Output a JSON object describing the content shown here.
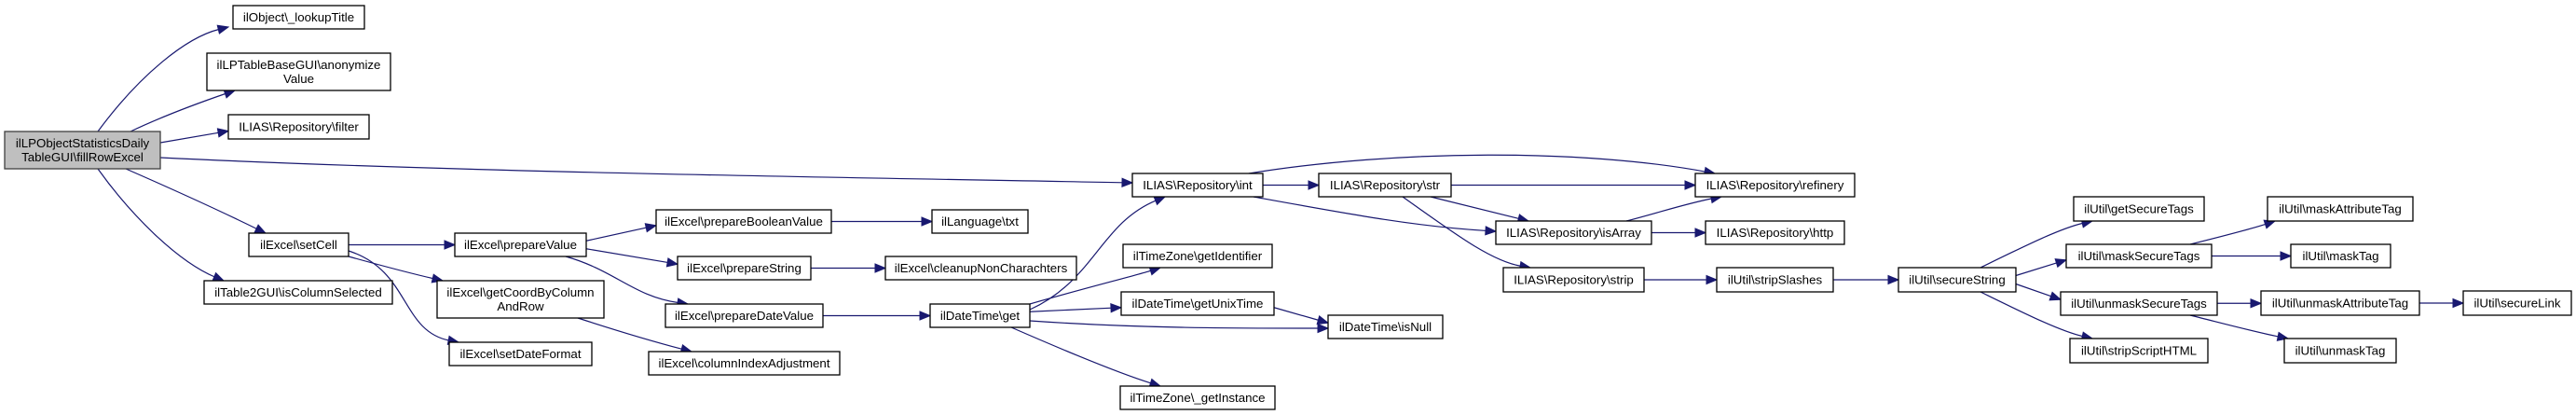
{
  "graph": {
    "title": "Call graph of ilLPObjectStatisticsDailyTableGUI\\fillRowExcel",
    "colors": {
      "edge": "#191970",
      "root_fill": "#bfbfbf",
      "node_fill": "#ffffff",
      "border": "#000000"
    },
    "root": "fillRowExcel",
    "nodes": [
      {
        "id": "fillRowExcel",
        "lines": [
          "ilLPObjectStatisticsDaily",
          "TableGUI\\fillRowExcel"
        ]
      },
      {
        "id": "lookupTitle",
        "lines": [
          "ilObject\\_lookupTitle"
        ]
      },
      {
        "id": "anonymizeValue",
        "lines": [
          "ilLPTableBaseGUI\\anonymize",
          "Value"
        ]
      },
      {
        "id": "filter",
        "lines": [
          "ILIAS\\Repository\\filter"
        ]
      },
      {
        "id": "setCell",
        "lines": [
          "ilExcel\\setCell"
        ]
      },
      {
        "id": "isColumnSelected",
        "lines": [
          "ilTable2GUI\\isColumnSelected"
        ]
      },
      {
        "id": "prepareValue",
        "lines": [
          "ilExcel\\prepareValue"
        ]
      },
      {
        "id": "getCoord",
        "lines": [
          "ilExcel\\getCoordByColumn",
          "AndRow"
        ]
      },
      {
        "id": "setDateFormat",
        "lines": [
          "ilExcel\\setDateFormat"
        ]
      },
      {
        "id": "prepareBooleanValue",
        "lines": [
          "ilExcel\\prepareBooleanValue"
        ]
      },
      {
        "id": "prepareString",
        "lines": [
          "ilExcel\\prepareString"
        ]
      },
      {
        "id": "prepareDateValue",
        "lines": [
          "ilExcel\\prepareDateValue"
        ]
      },
      {
        "id": "columnIndexAdjustment",
        "lines": [
          "ilExcel\\columnIndexAdjustment"
        ]
      },
      {
        "id": "txt",
        "lines": [
          "ilLanguage\\txt"
        ]
      },
      {
        "id": "cleanup",
        "lines": [
          "ilExcel\\cleanupNonCharachters"
        ]
      },
      {
        "id": "dtGet",
        "lines": [
          "ilDateTime\\get"
        ]
      },
      {
        "id": "repInt",
        "lines": [
          "ILIAS\\Repository\\int"
        ]
      },
      {
        "id": "getIdentifier",
        "lines": [
          "ilTimeZone\\getIdentifier"
        ]
      },
      {
        "id": "getUnixTime",
        "lines": [
          "ilDateTime\\getUnixTime"
        ]
      },
      {
        "id": "getInstance",
        "lines": [
          "ilTimeZone\\_getInstance"
        ]
      },
      {
        "id": "isNull",
        "lines": [
          "ilDateTime\\isNull"
        ]
      },
      {
        "id": "repStr",
        "lines": [
          "ILIAS\\Repository\\str"
        ]
      },
      {
        "id": "isArray",
        "lines": [
          "ILIAS\\Repository\\isArray"
        ]
      },
      {
        "id": "strip",
        "lines": [
          "ILIAS\\Repository\\strip"
        ]
      },
      {
        "id": "refinery",
        "lines": [
          "ILIAS\\Repository\\refinery"
        ]
      },
      {
        "id": "http",
        "lines": [
          "ILIAS\\Repository\\http"
        ]
      },
      {
        "id": "stripSlashes",
        "lines": [
          "ilUtil\\stripSlashes"
        ]
      },
      {
        "id": "secureString",
        "lines": [
          "ilUtil\\secureString"
        ]
      },
      {
        "id": "getSecureTags",
        "lines": [
          "ilUtil\\getSecureTags"
        ]
      },
      {
        "id": "maskSecureTags",
        "lines": [
          "ilUtil\\maskSecureTags"
        ]
      },
      {
        "id": "unmaskSecureTags",
        "lines": [
          "ilUtil\\unmaskSecureTags"
        ]
      },
      {
        "id": "stripScriptHTML",
        "lines": [
          "ilUtil\\stripScriptHTML"
        ]
      },
      {
        "id": "maskAttributeTag",
        "lines": [
          "ilUtil\\maskAttributeTag"
        ]
      },
      {
        "id": "maskTag",
        "lines": [
          "ilUtil\\maskTag"
        ]
      },
      {
        "id": "unmaskAttributeTag",
        "lines": [
          "ilUtil\\unmaskAttributeTag"
        ]
      },
      {
        "id": "unmaskTag",
        "lines": [
          "ilUtil\\unmaskTag"
        ]
      },
      {
        "id": "secureLink",
        "lines": [
          "ilUtil\\secureLink"
        ]
      }
    ],
    "edges": [
      [
        "fillRowExcel",
        "lookupTitle"
      ],
      [
        "fillRowExcel",
        "anonymizeValue"
      ],
      [
        "fillRowExcel",
        "filter"
      ],
      [
        "fillRowExcel",
        "repInt"
      ],
      [
        "fillRowExcel",
        "setCell"
      ],
      [
        "fillRowExcel",
        "isColumnSelected"
      ],
      [
        "setCell",
        "prepareValue"
      ],
      [
        "setCell",
        "getCoord"
      ],
      [
        "setCell",
        "setDateFormat"
      ],
      [
        "prepareValue",
        "prepareBooleanValue"
      ],
      [
        "prepareValue",
        "prepareString"
      ],
      [
        "prepareValue",
        "prepareDateValue"
      ],
      [
        "getCoord",
        "columnIndexAdjustment"
      ],
      [
        "prepareBooleanValue",
        "txt"
      ],
      [
        "prepareString",
        "cleanup"
      ],
      [
        "prepareDateValue",
        "dtGet"
      ],
      [
        "dtGet",
        "repInt"
      ],
      [
        "dtGet",
        "getIdentifier"
      ],
      [
        "dtGet",
        "getUnixTime"
      ],
      [
        "dtGet",
        "isNull"
      ],
      [
        "dtGet",
        "getInstance"
      ],
      [
        "getUnixTime",
        "isNull"
      ],
      [
        "repInt",
        "repStr"
      ],
      [
        "repInt",
        "refinery"
      ],
      [
        "repInt",
        "isArray"
      ],
      [
        "repStr",
        "refinery"
      ],
      [
        "repStr",
        "isArray"
      ],
      [
        "repStr",
        "strip"
      ],
      [
        "isArray",
        "refinery"
      ],
      [
        "isArray",
        "http"
      ],
      [
        "strip",
        "stripSlashes"
      ],
      [
        "stripSlashes",
        "secureString"
      ],
      [
        "secureString",
        "getSecureTags"
      ],
      [
        "secureString",
        "maskSecureTags"
      ],
      [
        "secureString",
        "unmaskSecureTags"
      ],
      [
        "secureString",
        "stripScriptHTML"
      ],
      [
        "maskSecureTags",
        "maskAttributeTag"
      ],
      [
        "maskSecureTags",
        "maskTag"
      ],
      [
        "unmaskSecureTags",
        "unmaskAttributeTag"
      ],
      [
        "unmaskSecureTags",
        "unmaskTag"
      ],
      [
        "unmaskAttributeTag",
        "secureLink"
      ]
    ]
  }
}
